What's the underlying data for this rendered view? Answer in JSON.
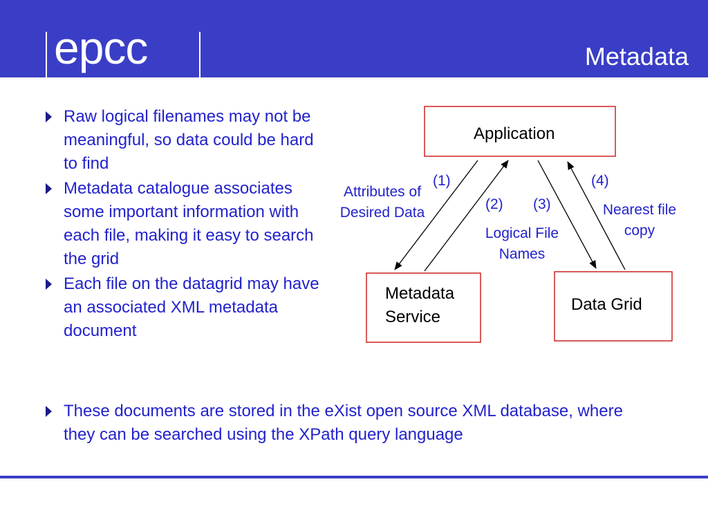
{
  "header": {
    "logo_text": "epcc",
    "title": "Metadata"
  },
  "bullets": [
    "Raw logical filenames may not be meaningful, so data could be hard to find",
    "Metadata catalogue associates some important information with each file, making it easy to search the grid",
    "Each file on the datagrid may have an associated XML metadata document"
  ],
  "bottom_bullet": "These documents are stored in the eXist open source XML database, where they can be searched using the XPath query language",
  "diagram": {
    "boxes": {
      "application": "Application",
      "metadata_service_line1": "Metadata",
      "metadata_service_line2": "Service",
      "data_grid": "Data Grid"
    },
    "labels": {
      "step1": "(1)",
      "step2": "(2)",
      "step3": "(3)",
      "step4": "(4)",
      "attributes_line1": "Attributes of",
      "attributes_line2": "Desired Data",
      "logical_line1": "Logical File",
      "logical_line2": "Names",
      "nearest_line1": "Nearest file",
      "nearest_line2": "copy"
    }
  },
  "colors": {
    "header_bg": "#3a3ec6",
    "body_text": "#2222cc",
    "box_border": "#cc2222"
  }
}
